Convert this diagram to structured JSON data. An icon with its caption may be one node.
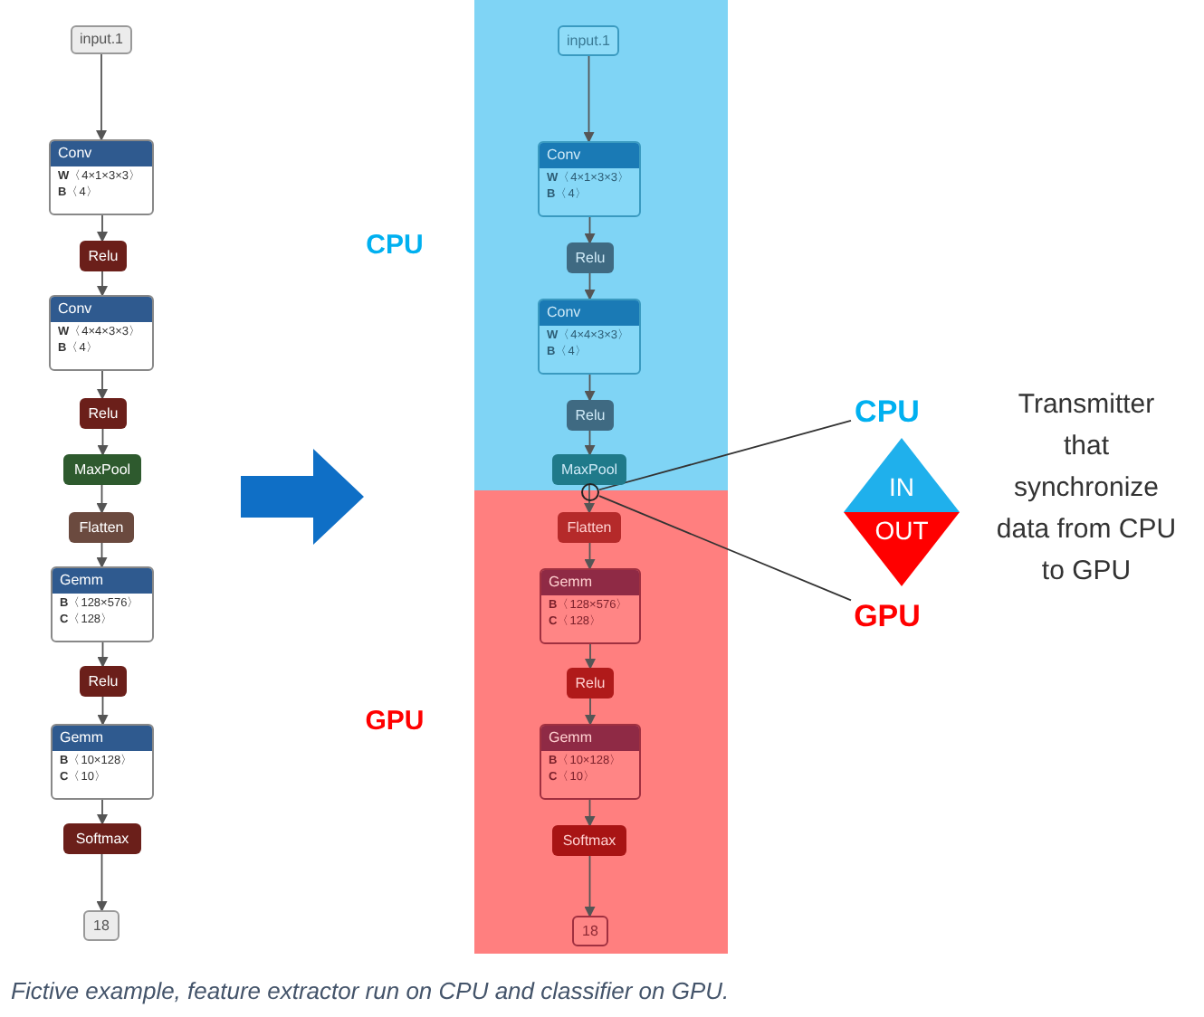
{
  "diagram": {
    "caption": "Fictive example, feature extractor run on CPU and classifier on GPU.",
    "nodes": [
      {
        "text": [
          "input.1"
        ]
      },
      {
        "text": [
          "Conv",
          "**W**〈4×1×3×3〉",
          "**B**〈4〉"
        ]
      },
      {
        "text": [
          "Relu"
        ]
      },
      {
        "text": [
          "Conv",
          "**W**〈4×4×3×3〉",
          "**B**〈4〉"
        ]
      },
      {
        "text": [
          "Relu"
        ]
      },
      {
        "text": [
          "MaxPool"
        ]
      },
      {
        "text": [
          "Flatten"
        ]
      },
      {
        "text": [
          "Gemm",
          "**B**〈128×576〉",
          "**C**〈128〉"
        ]
      },
      {
        "text": [
          "Relu"
        ]
      },
      {
        "text": [
          "Gemm",
          "**B**〈10×128〉",
          "**C**〈10〉"
        ]
      },
      {
        "text": [
          "Softmax"
        ]
      },
      {
        "text": [
          "18"
        ]
      },
      {
        "text": [],
        "shape": "box"
      },
      {
        "text": [
          "input.1"
        ],
        "in": 12
      },
      {
        "text": [
          "Conv",
          "**W**〈4×1×3×3〉",
          "**B**〈4〉"
        ],
        "in": 12
      },
      {
        "text": [
          "Relu"
        ],
        "in": 12
      },
      {
        "text": [
          "Conv",
          "**W**〈4×4×3×3〉",
          "**B**〈4〉"
        ],
        "in": 12
      },
      {
        "text": [
          "Relu"
        ],
        "in": 12
      },
      {
        "text": [
          "MaxPool"
        ],
        "in": 12
      },
      {
        "text": [],
        "shape": "box"
      },
      {
        "text": [
          "Flatten"
        ],
        "in": 19
      },
      {
        "text": [
          "Gemm",
          "**B**〈128×576〉",
          "**C**〈128〉"
        ],
        "in": 19
      },
      {
        "text": [
          "Relu"
        ],
        "in": 19
      },
      {
        "text": [
          "Gemm",
          "**B**〈10×128〉",
          "**C**〈10〉"
        ],
        "in": 19
      },
      {
        "text": [
          "Softmax"
        ],
        "in": 19
      },
      {
        "text": [
          "18"
        ],
        "in": 19
      },
      {
        "text": [],
        "shape": "circle"
      },
      {
        "text": [
          "CPU"
        ]
      },
      {
        "text": [
          "GPU"
        ]
      },
      {
        "text": [
          "IN",
          "OUT"
        ]
      }
    ],
    "edges": [
      {
        "from": 0,
        "to": 1,
        "arrow": "to"
      },
      {
        "from": 1,
        "to": 2,
        "arrow": "to"
      },
      {
        "from": 2,
        "to": 3,
        "arrow": "to"
      },
      {
        "from": 3,
        "to": 4,
        "arrow": "to"
      },
      {
        "from": 4,
        "to": 5,
        "arrow": "to"
      },
      {
        "from": 5,
        "to": 6,
        "arrow": "to"
      },
      {
        "from": 6,
        "to": 7,
        "arrow": "to"
      },
      {
        "from": 7,
        "to": 8,
        "arrow": "to"
      },
      {
        "from": 8,
        "to": 9,
        "arrow": "to"
      },
      {
        "from": 9,
        "to": 10,
        "arrow": "to"
      },
      {
        "from": 10,
        "to": 11,
        "arrow": "to"
      },
      {
        "from": 13,
        "to": 14,
        "arrow": "to"
      },
      {
        "from": 14,
        "to": 15,
        "arrow": "to"
      },
      {
        "from": 15,
        "to": 16,
        "arrow": "to"
      },
      {
        "from": 16,
        "to": 17,
        "arrow": "to"
      },
      {
        "from": 17,
        "to": 18,
        "arrow": "to"
      },
      {
        "from": 18,
        "to": 20,
        "arrow": "to"
      },
      {
        "from": 20,
        "to": 21,
        "arrow": "to"
      },
      {
        "from": 21,
        "to": 22,
        "arrow": "to"
      },
      {
        "from": 22,
        "to": 23,
        "arrow": "to"
      },
      {
        "from": 23,
        "to": 24,
        "arrow": "to"
      },
      {
        "from": 24,
        "to": 25,
        "arrow": "to"
      },
      {
        "from": 26,
        "to": 27,
        "arrow": "none"
      },
      {
        "from": 26,
        "to": 28,
        "arrow": "none"
      }
    ],
    "labels": [
      "CPU",
      "GPU",
      "Transmitter that synchronize data from CPU to GPU"
    ]
  }
}
